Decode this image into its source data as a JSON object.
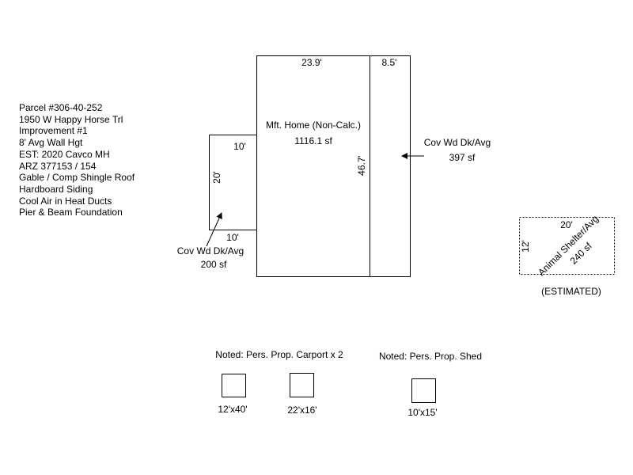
{
  "parcel_info": [
    "Parcel #306-40-252",
    "1950 W Happy Horse Trl",
    "Improvement #1",
    "8' Avg Wall Hgt",
    "EST: 2020 Cavco MH",
    "ARZ 377153 / 154",
    "Gable / Comp Shingle Roof",
    "Hardboard Siding",
    "Cool Air in Heat Ducts",
    "Pier & Beam Foundation"
  ],
  "home": {
    "name": "Mft. Home (Non-Calc.)",
    "area": "1116.1 sf",
    "width_label": "23.9'",
    "depth_label": "46.7'"
  },
  "side_deck": {
    "name": "Cov Wd Dk/Avg",
    "area": "397 sf",
    "width_label": "8.5'"
  },
  "left_deck": {
    "name": "Cov Wd Dk/Avg",
    "area": "200 sf",
    "top_label": "10'",
    "side_label": "20'",
    "bottom_label": "10'"
  },
  "animal_shelter": {
    "name": "Animal Shelter/Avg",
    "area": "240 sf",
    "width_label": "20'",
    "depth_label": "12'",
    "note": "(ESTIMATED)"
  },
  "carports": {
    "note": "Noted: Pers. Prop. Carport x 2",
    "items": [
      "12'x40'",
      "22'x16'"
    ]
  },
  "shed": {
    "note": "Noted: Pers. Prop. Shed",
    "size": "10'x15'"
  }
}
